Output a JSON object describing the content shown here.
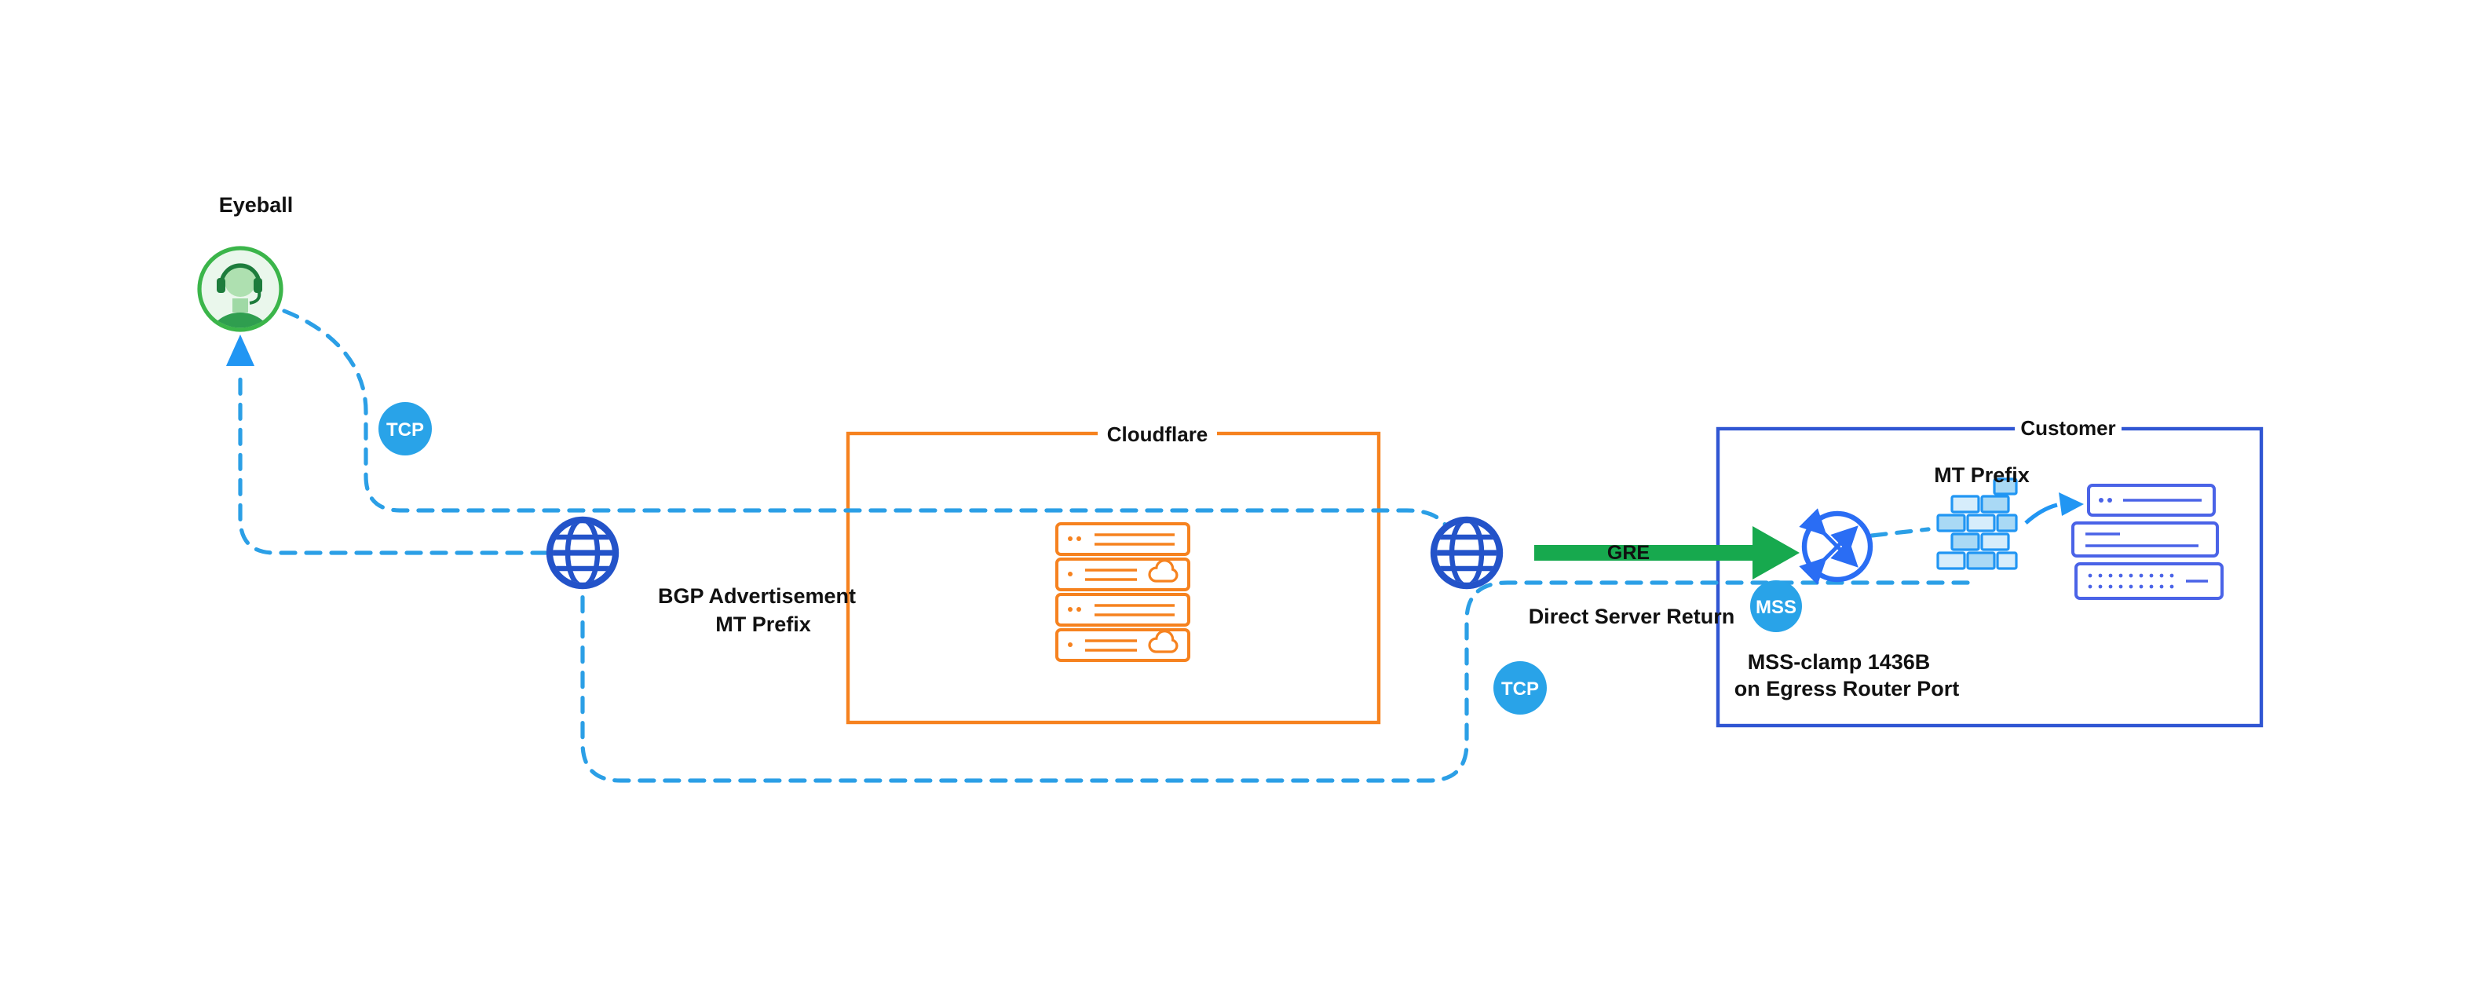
{
  "diagram": {
    "type": "network-flow-diagram",
    "nodes": {
      "eyeball_label": "Eyeball",
      "cloudflare_label": "Cloudflare",
      "customer_label": "Customer"
    },
    "badges": {
      "tcp_left": "TCP",
      "tcp_right": "TCP",
      "mss": "MSS"
    },
    "annotations": {
      "bgp_line1": "BGP Advertisement",
      "bgp_line2": "MT Prefix",
      "gre": "GRE",
      "direct_server_return": "Direct Server Return",
      "mt_prefix": "MT Prefix",
      "mss_clamp_line1": "MSS-clamp 1436B",
      "mss_clamp_line2": "on Egress Router Port"
    },
    "icons": [
      "headset-person-icon",
      "globe-icon-left",
      "globe-icon-right",
      "cloudflare-server-stack-icon",
      "router-icon",
      "firewall-icon",
      "server-icons"
    ],
    "colors": {
      "background": "#FFFFFF",
      "dash_blue": "#2B9FE6",
      "arrow_blue": "#2196F3",
      "badge_blue": "#29A3E8",
      "globe_blue": "#2353C9",
      "customer_border": "#3056D3",
      "server_blue": "#4A63E7",
      "router_blue": "#2A6DF4",
      "firewall_stroke": "#2196F3",
      "firewall_fill": "#CFE9FB",
      "cloudflare_orange": "#F6821F",
      "arrow_green": "#17A94E",
      "avatar_green": "#3BB54A",
      "text": "#111111"
    }
  }
}
